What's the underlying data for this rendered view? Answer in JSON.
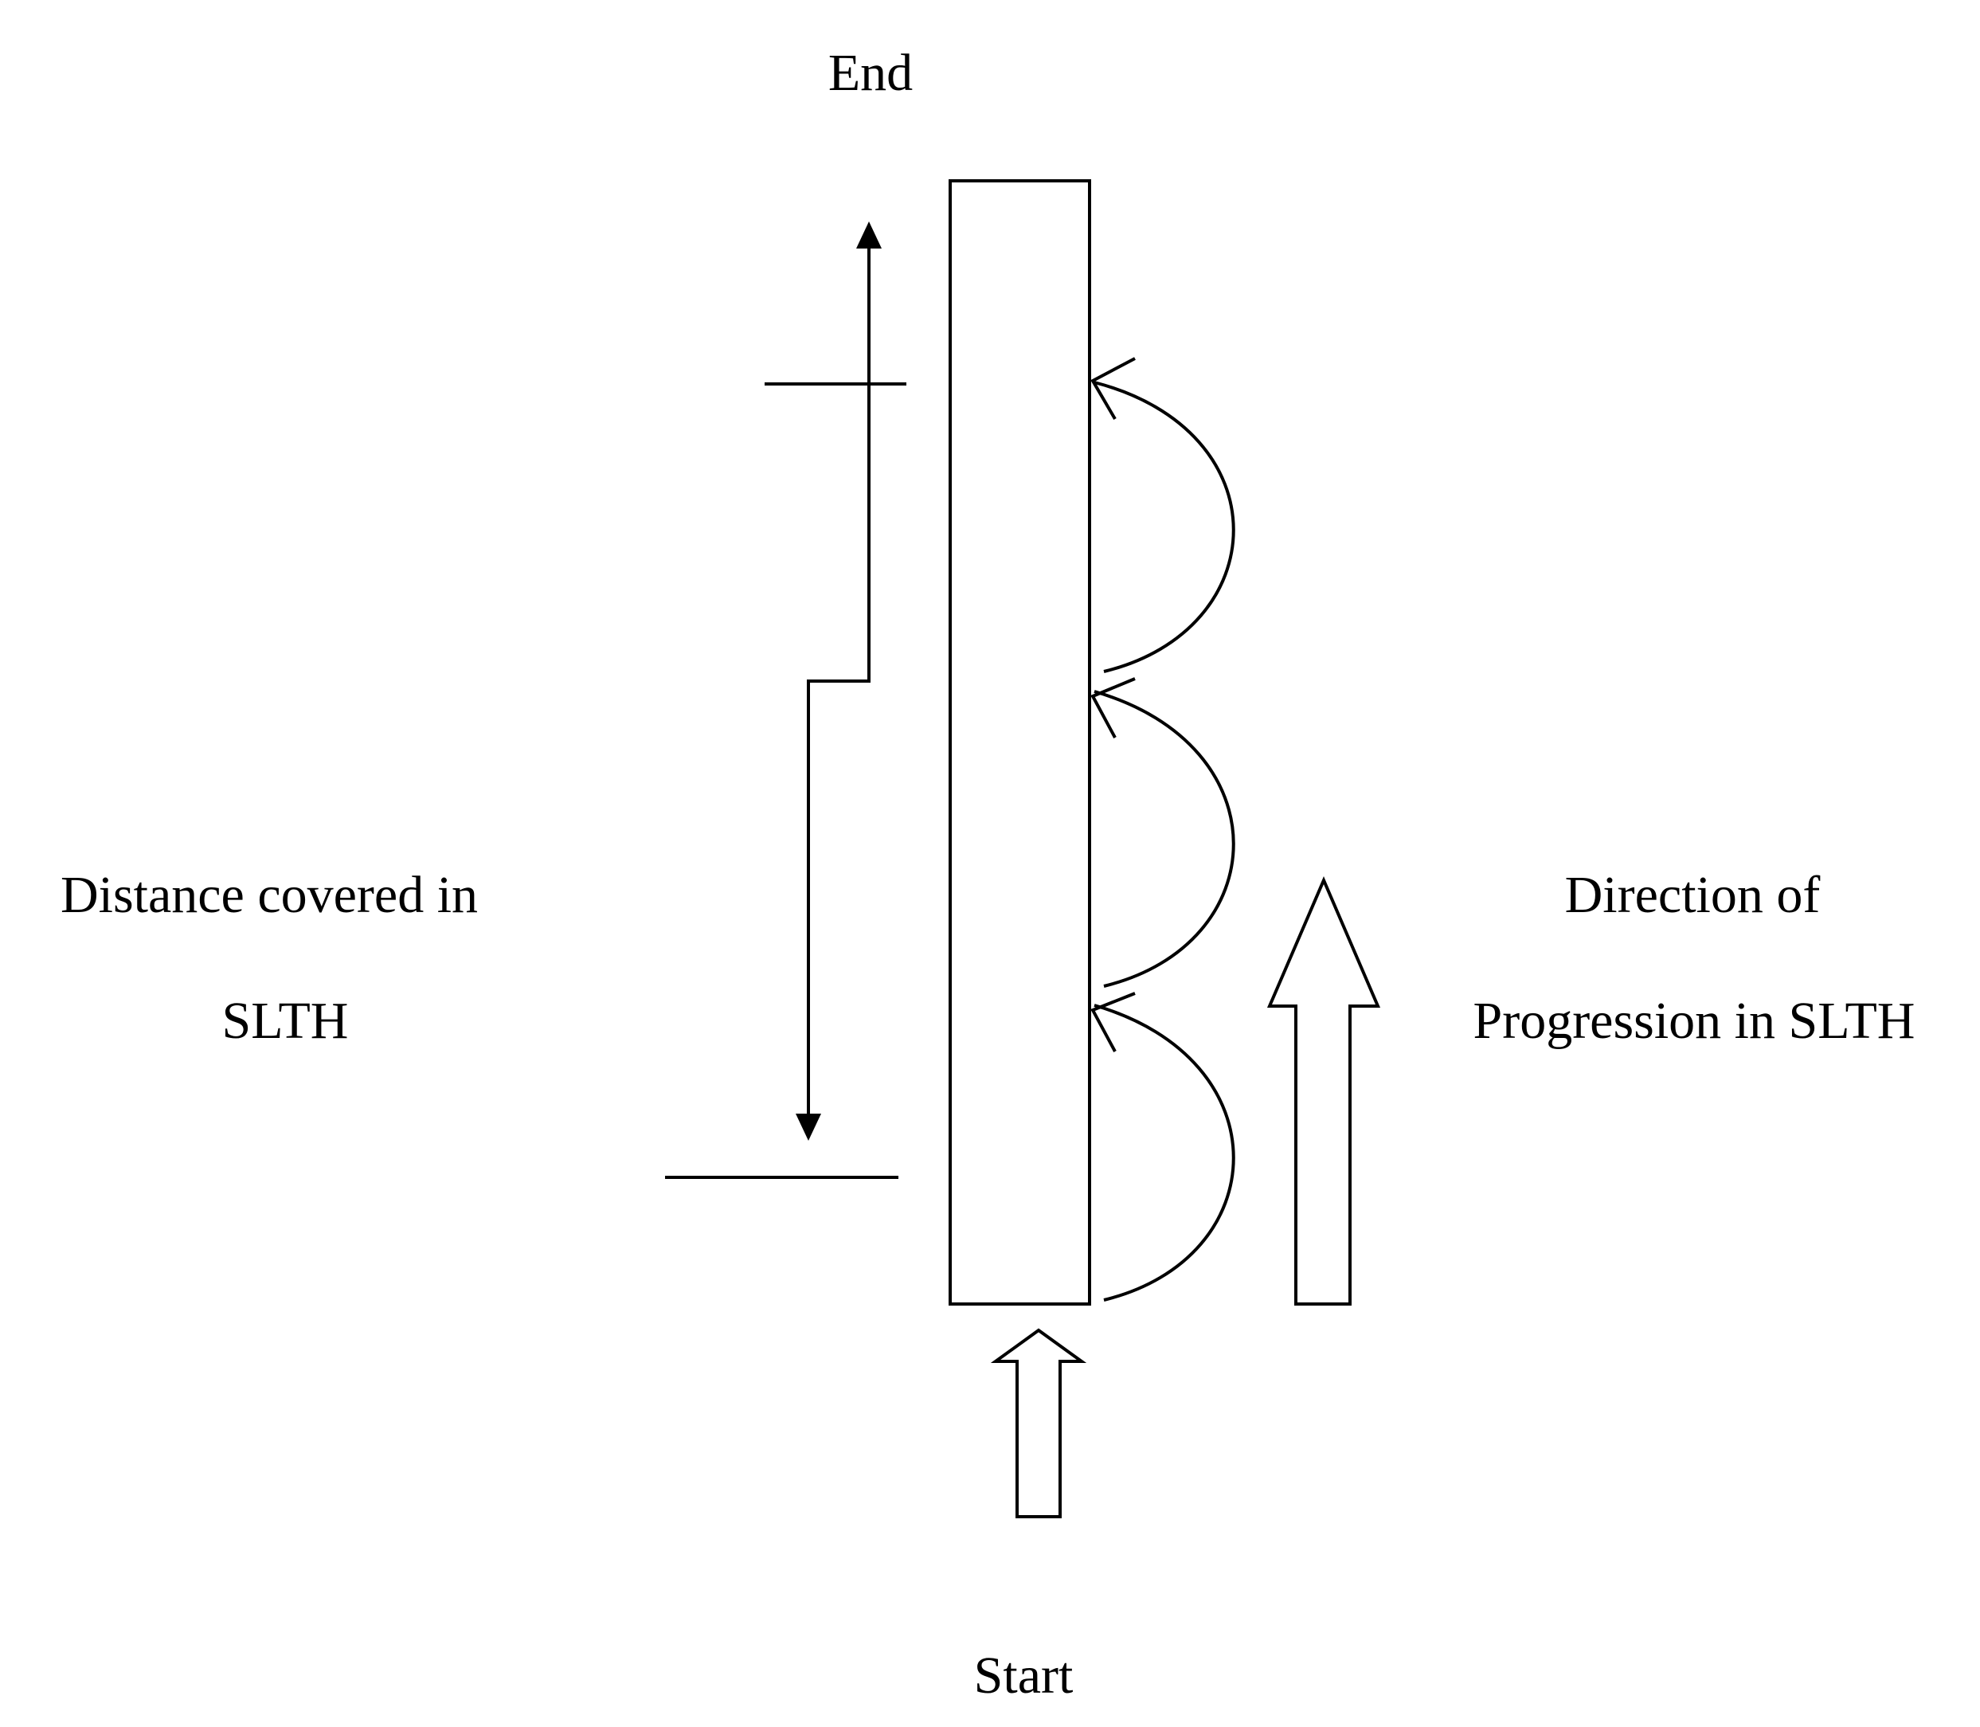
{
  "labels": {
    "end": "End",
    "start": "Start",
    "distance_line1": "Distance covered in",
    "distance_line2": "SLTH",
    "direction_line1": "Direction of",
    "direction_line2": "Progression in SLTH"
  },
  "colors": {
    "stroke": "#000000",
    "background": "#ffffff"
  }
}
